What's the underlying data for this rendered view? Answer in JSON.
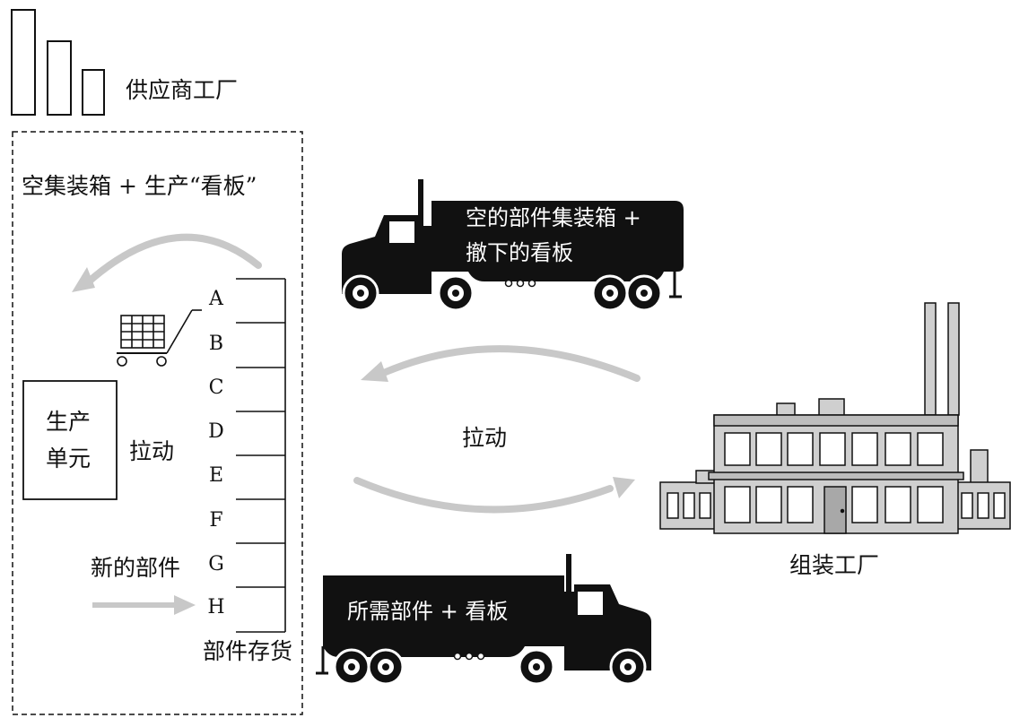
{
  "supplier": {
    "label": "供应商工厂"
  },
  "supplier_area": {
    "top_label": "空集装箱 + 生产“看板”",
    "production_cell_label_line1": "生产",
    "production_cell_label_line2": "单元",
    "pull_label": "拉动",
    "new_parts_label": "新的部件",
    "inventory_label": "部件存货",
    "shelf_letters": [
      "A",
      "B",
      "C",
      "D",
      "E",
      "F",
      "G",
      "H"
    ]
  },
  "top_truck": {
    "line1": "空的部件集装箱 +",
    "line2": "撤下的看板"
  },
  "bottom_truck": {
    "label": "所需部件 + 看板"
  },
  "center": {
    "pull_label": "拉动"
  },
  "assembly_plant": {
    "label": "组装工厂"
  },
  "colors": {
    "arrow": "#c8c8c8",
    "truck": "#111111",
    "factory_fill": "#cfcfcf",
    "outline": "#111111"
  }
}
